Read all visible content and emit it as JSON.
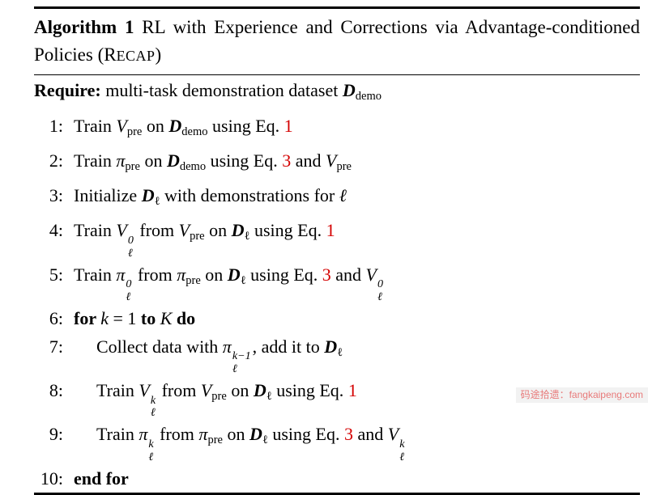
{
  "page": {
    "background": "#ffffff",
    "text_color": "#000000",
    "link_red": "#d40000"
  },
  "algorithm": {
    "title_tokens": [
      {
        "s": "Algorithm 1",
        "c": "b"
      },
      {
        "s": " RL with Experience and Corrections via Advantage-conditioned Policies (",
        "c": "t"
      },
      {
        "s": "R",
        "c": "t"
      },
      {
        "s": "ECAP",
        "c": "sc"
      },
      {
        "s": ")",
        "c": "t"
      }
    ],
    "require_tokens": [
      {
        "s": "Require: ",
        "c": "b"
      },
      {
        "s": "multi-task demonstration dataset ",
        "c": "t"
      },
      {
        "s": "D",
        "c": "cal"
      },
      {
        "s": "demo",
        "c": "sub"
      }
    ],
    "lines": [
      {
        "num": "1:",
        "indent": 0,
        "tokens": [
          {
            "s": "Train ",
            "c": "t"
          },
          {
            "s": "V",
            "c": "m"
          },
          {
            "s": "pre",
            "c": "sub"
          },
          {
            "s": " on ",
            "c": "t"
          },
          {
            "s": "D",
            "c": "cal"
          },
          {
            "s": "demo",
            "c": "sub"
          },
          {
            "s": " using Eq. ",
            "c": "t"
          },
          {
            "s": "1",
            "c": "red"
          }
        ]
      },
      {
        "num": "2:",
        "indent": 0,
        "tokens": [
          {
            "s": "Train ",
            "c": "t"
          },
          {
            "s": "π",
            "c": "m"
          },
          {
            "s": "pre",
            "c": "sub"
          },
          {
            "s": " on ",
            "c": "t"
          },
          {
            "s": "D",
            "c": "cal"
          },
          {
            "s": "demo",
            "c": "sub"
          },
          {
            "s": " using Eq. ",
            "c": "t"
          },
          {
            "s": "3",
            "c": "red"
          },
          {
            "s": " and ",
            "c": "t"
          },
          {
            "s": "V",
            "c": "m"
          },
          {
            "s": "pre",
            "c": "sub"
          }
        ]
      },
      {
        "num": "3:",
        "indent": 0,
        "tokens": [
          {
            "s": "Initialize ",
            "c": "t"
          },
          {
            "s": "D",
            "c": "cal"
          },
          {
            "s": "ℓ",
            "c": "sub"
          },
          {
            "s": " with demonstrations for ",
            "c": "t"
          },
          {
            "s": "ℓ",
            "c": "m"
          }
        ]
      },
      {
        "num": "4:",
        "indent": 0,
        "tokens": [
          {
            "s": "Train ",
            "c": "t"
          },
          {
            "s": "V",
            "c": "m"
          },
          {
            "c": "stack",
            "sup": "0",
            "sub": "ℓ"
          },
          {
            "s": " from ",
            "c": "t"
          },
          {
            "s": "V",
            "c": "m"
          },
          {
            "s": "pre",
            "c": "sub"
          },
          {
            "s": " on ",
            "c": "t"
          },
          {
            "s": "D",
            "c": "cal"
          },
          {
            "s": "ℓ",
            "c": "sub"
          },
          {
            "s": " using Eq. ",
            "c": "t"
          },
          {
            "s": "1",
            "c": "red"
          }
        ]
      },
      {
        "num": "5:",
        "indent": 0,
        "tokens": [
          {
            "s": "Train ",
            "c": "t"
          },
          {
            "s": "π",
            "c": "m"
          },
          {
            "c": "stack",
            "sup": "0",
            "sub": "ℓ"
          },
          {
            "s": " from ",
            "c": "t"
          },
          {
            "s": "π",
            "c": "m"
          },
          {
            "s": "pre",
            "c": "sub"
          },
          {
            "s": " on ",
            "c": "t"
          },
          {
            "s": "D",
            "c": "cal"
          },
          {
            "s": "ℓ",
            "c": "sub"
          },
          {
            "s": " using Eq. ",
            "c": "t"
          },
          {
            "s": "3",
            "c": "red"
          },
          {
            "s": " and ",
            "c": "t"
          },
          {
            "s": "V",
            "c": "m"
          },
          {
            "c": "stack",
            "sup": "0",
            "sub": "ℓ"
          }
        ]
      },
      {
        "num": "6:",
        "indent": 0,
        "tokens": [
          {
            "s": "for ",
            "c": "b"
          },
          {
            "s": "k",
            "c": "m"
          },
          {
            "s": " = 1 ",
            "c": "t"
          },
          {
            "s": "to",
            "c": "b"
          },
          {
            "s": " ",
            "c": "t"
          },
          {
            "s": "K",
            "c": "m"
          },
          {
            "s": " ",
            "c": "t"
          },
          {
            "s": "do",
            "c": "b"
          }
        ]
      },
      {
        "num": "7:",
        "indent": 1,
        "tokens": [
          {
            "s": "Collect data with ",
            "c": "t"
          },
          {
            "s": "π",
            "c": "m"
          },
          {
            "c": "stack",
            "sup": "k−1",
            "sub": "ℓ"
          },
          {
            "s": ", add it to ",
            "c": "t"
          },
          {
            "s": "D",
            "c": "cal"
          },
          {
            "s": "ℓ",
            "c": "sub"
          }
        ]
      },
      {
        "num": "8:",
        "indent": 1,
        "tokens": [
          {
            "s": "Train ",
            "c": "t"
          },
          {
            "s": "V",
            "c": "m"
          },
          {
            "c": "stack",
            "sup": "k",
            "sub": "ℓ"
          },
          {
            "s": " from ",
            "c": "t"
          },
          {
            "s": "V",
            "c": "m"
          },
          {
            "s": "pre",
            "c": "sub"
          },
          {
            "s": " on ",
            "c": "t"
          },
          {
            "s": "D",
            "c": "cal"
          },
          {
            "s": "ℓ",
            "c": "sub"
          },
          {
            "s": " using Eq. ",
            "c": "t"
          },
          {
            "s": "1",
            "c": "red"
          }
        ]
      },
      {
        "num": "9:",
        "indent": 1,
        "tokens": [
          {
            "s": "Train ",
            "c": "t"
          },
          {
            "s": "π",
            "c": "m"
          },
          {
            "c": "stack",
            "sup": "k",
            "sub": "ℓ"
          },
          {
            "s": " from ",
            "c": "t"
          },
          {
            "s": "π",
            "c": "m"
          },
          {
            "s": "pre",
            "c": "sub"
          },
          {
            "s": " on ",
            "c": "t"
          },
          {
            "s": "D",
            "c": "cal"
          },
          {
            "s": "ℓ",
            "c": "sub"
          },
          {
            "s": " using Eq. ",
            "c": "t"
          },
          {
            "s": "3",
            "c": "red"
          },
          {
            "s": " and ",
            "c": "t"
          },
          {
            "s": "V",
            "c": "m"
          },
          {
            "c": "stack",
            "sup": "k",
            "sub": "ℓ"
          }
        ]
      },
      {
        "num": "10:",
        "indent": 0,
        "tokens": [
          {
            "s": "end for",
            "c": "b"
          }
        ]
      }
    ]
  },
  "watermark": {
    "text": "码途拾遗：fangkaipeng.com",
    "color": "#e87a7a",
    "background": "#f2f2f2"
  }
}
